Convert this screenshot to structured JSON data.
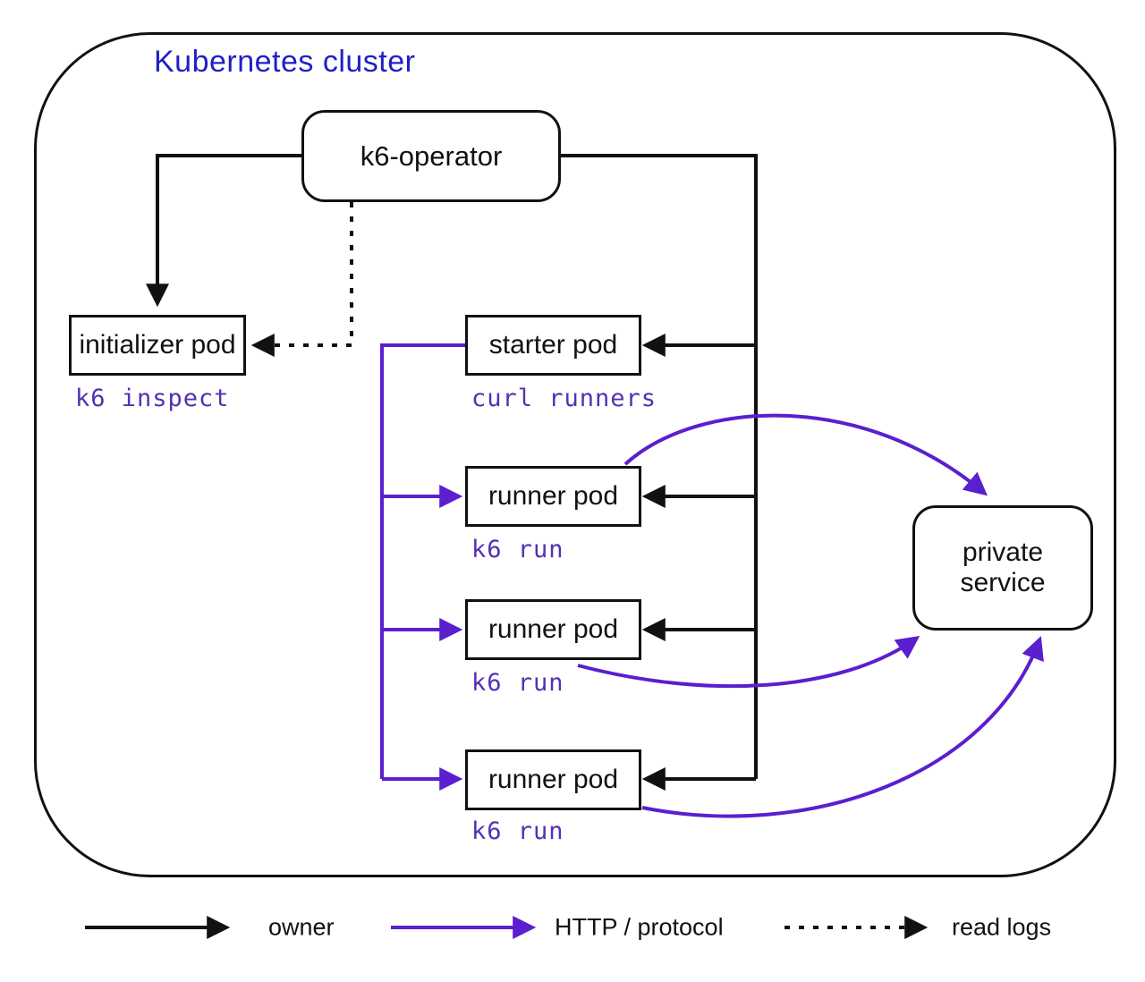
{
  "diagram": {
    "cluster_title": "Kubernetes cluster",
    "nodes": {
      "k6_operator": {
        "label": "k6-operator"
      },
      "initializer_pod": {
        "label": "initializer pod",
        "command": "k6 inspect"
      },
      "starter_pod": {
        "label": "starter pod",
        "command": "curl runners"
      },
      "runner_pod_1": {
        "label": "runner pod",
        "command": "k6 run"
      },
      "runner_pod_2": {
        "label": "runner pod",
        "command": "k6 run"
      },
      "runner_pod_3": {
        "label": "runner pod",
        "command": "k6 run"
      },
      "private_service": {
        "label": "private service"
      }
    },
    "edges": [
      {
        "from": "k6_operator",
        "to": "initializer_pod",
        "type": "owner"
      },
      {
        "from": "k6_operator",
        "to": "starter_pod",
        "type": "owner"
      },
      {
        "from": "k6_operator",
        "to": "runner_pod_1",
        "type": "owner"
      },
      {
        "from": "k6_operator",
        "to": "runner_pod_2",
        "type": "owner"
      },
      {
        "from": "k6_operator",
        "to": "runner_pod_3",
        "type": "owner"
      },
      {
        "from": "k6_operator",
        "to": "initializer_pod",
        "type": "read logs"
      },
      {
        "from": "starter_pod",
        "to": "runner_pod_1",
        "type": "HTTP / protocol"
      },
      {
        "from": "starter_pod",
        "to": "runner_pod_2",
        "type": "HTTP / protocol"
      },
      {
        "from": "starter_pod",
        "to": "runner_pod_3",
        "type": "HTTP / protocol"
      },
      {
        "from": "runner_pod_1",
        "to": "private_service",
        "type": "HTTP / protocol"
      },
      {
        "from": "runner_pod_2",
        "to": "private_service",
        "type": "HTTP / protocol"
      },
      {
        "from": "runner_pod_3",
        "to": "private_service",
        "type": "HTTP / protocol"
      }
    ],
    "legend": [
      {
        "style": "solid-black",
        "label": "owner"
      },
      {
        "style": "solid-purple",
        "label": "HTTP / protocol"
      },
      {
        "style": "dashed-black",
        "label": "read logs"
      }
    ],
    "colors": {
      "title_blue": "#1f1fc8",
      "arrow_purple": "#5a1fce",
      "command_purple": "#5431b4",
      "line_black": "#111111"
    }
  }
}
